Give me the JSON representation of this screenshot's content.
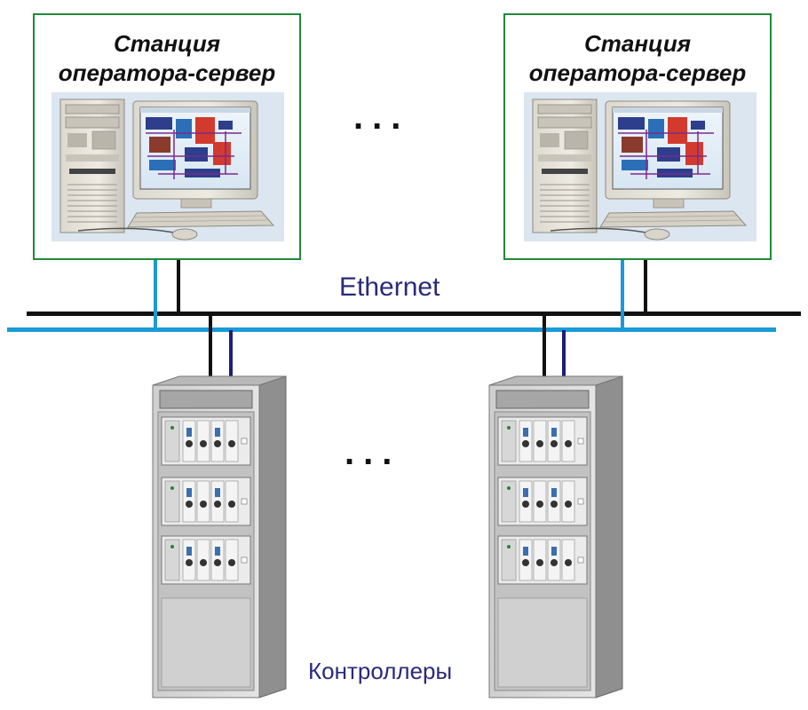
{
  "stations": [
    {
      "title_line1": "Станция",
      "title_line2": "оператора-сервер"
    },
    {
      "title_line1": "Станция",
      "title_line2": "оператора-сервер"
    }
  ],
  "network_label": "Ethernet",
  "controllers_label": "Контроллеры",
  "ellipsis_top": "...",
  "ellipsis_bottom": "...",
  "colors": {
    "station_border": "#1f8a3a",
    "bus_black": "#111111",
    "bus_blue": "#1a9ad6",
    "drop_navy": "#1e1e78",
    "label_text": "#2a2a7a"
  },
  "icons": {
    "workstation": "computer-workstation-icon",
    "cabinet": "controller-cabinet-icon"
  }
}
